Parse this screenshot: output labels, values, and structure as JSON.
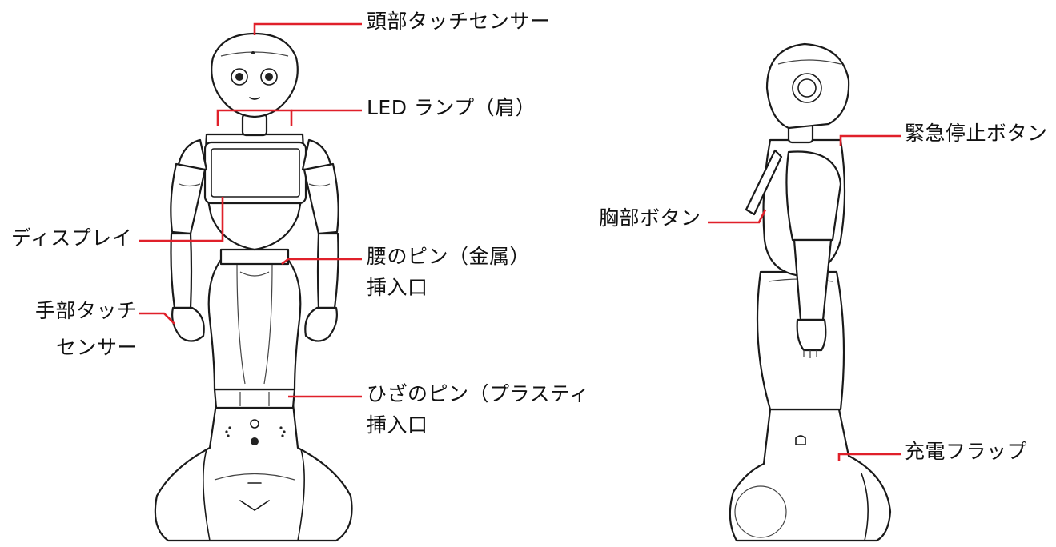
{
  "labels": {
    "head_touch": "頭部タッチセンサー",
    "led_lamp": "LED ランプ（肩）",
    "display": "ディスプレイ",
    "waist_pin_1": "腰のピン（金属）",
    "waist_pin_2": "挿入口",
    "hand_touch_1": "手部タッチ",
    "hand_touch_2": "センサー",
    "knee_pin_1": "ひざのピン（プラスティ",
    "knee_pin_2": "挿入口",
    "emergency_stop": "緊急停止ボタン",
    "chest_button": "胸部ボタン",
    "charge_flap": "充電フラップ"
  },
  "colors": {
    "leader_line": "#e0202a",
    "outline": "#1a1a1a"
  }
}
